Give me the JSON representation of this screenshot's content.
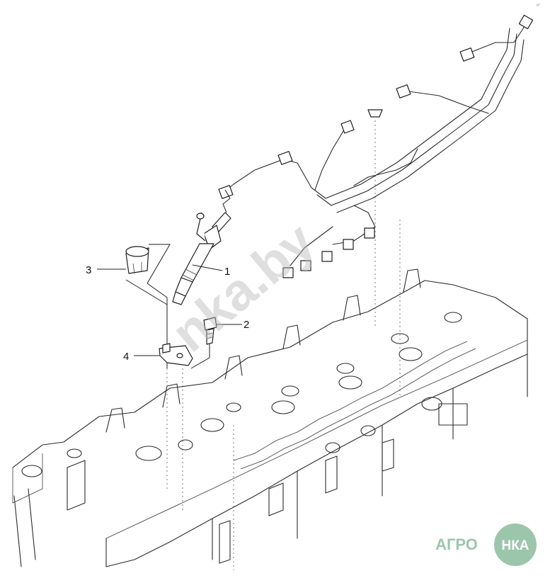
{
  "callouts": [
    {
      "id": "1",
      "label": "1"
    },
    {
      "id": "2",
      "label": "2"
    },
    {
      "id": "3",
      "label": "3"
    },
    {
      "id": "4",
      "label": "4"
    }
  ],
  "watermark": {
    "text": "nka.by"
  },
  "logo": {
    "left_text": "АГРО",
    "circle_text": "НКА",
    "color": "#9cc6ac"
  },
  "corner_mark": {
    "text": "n°"
  },
  "colors": {
    "line": "#2b2b2b",
    "background": "#ffffff"
  }
}
